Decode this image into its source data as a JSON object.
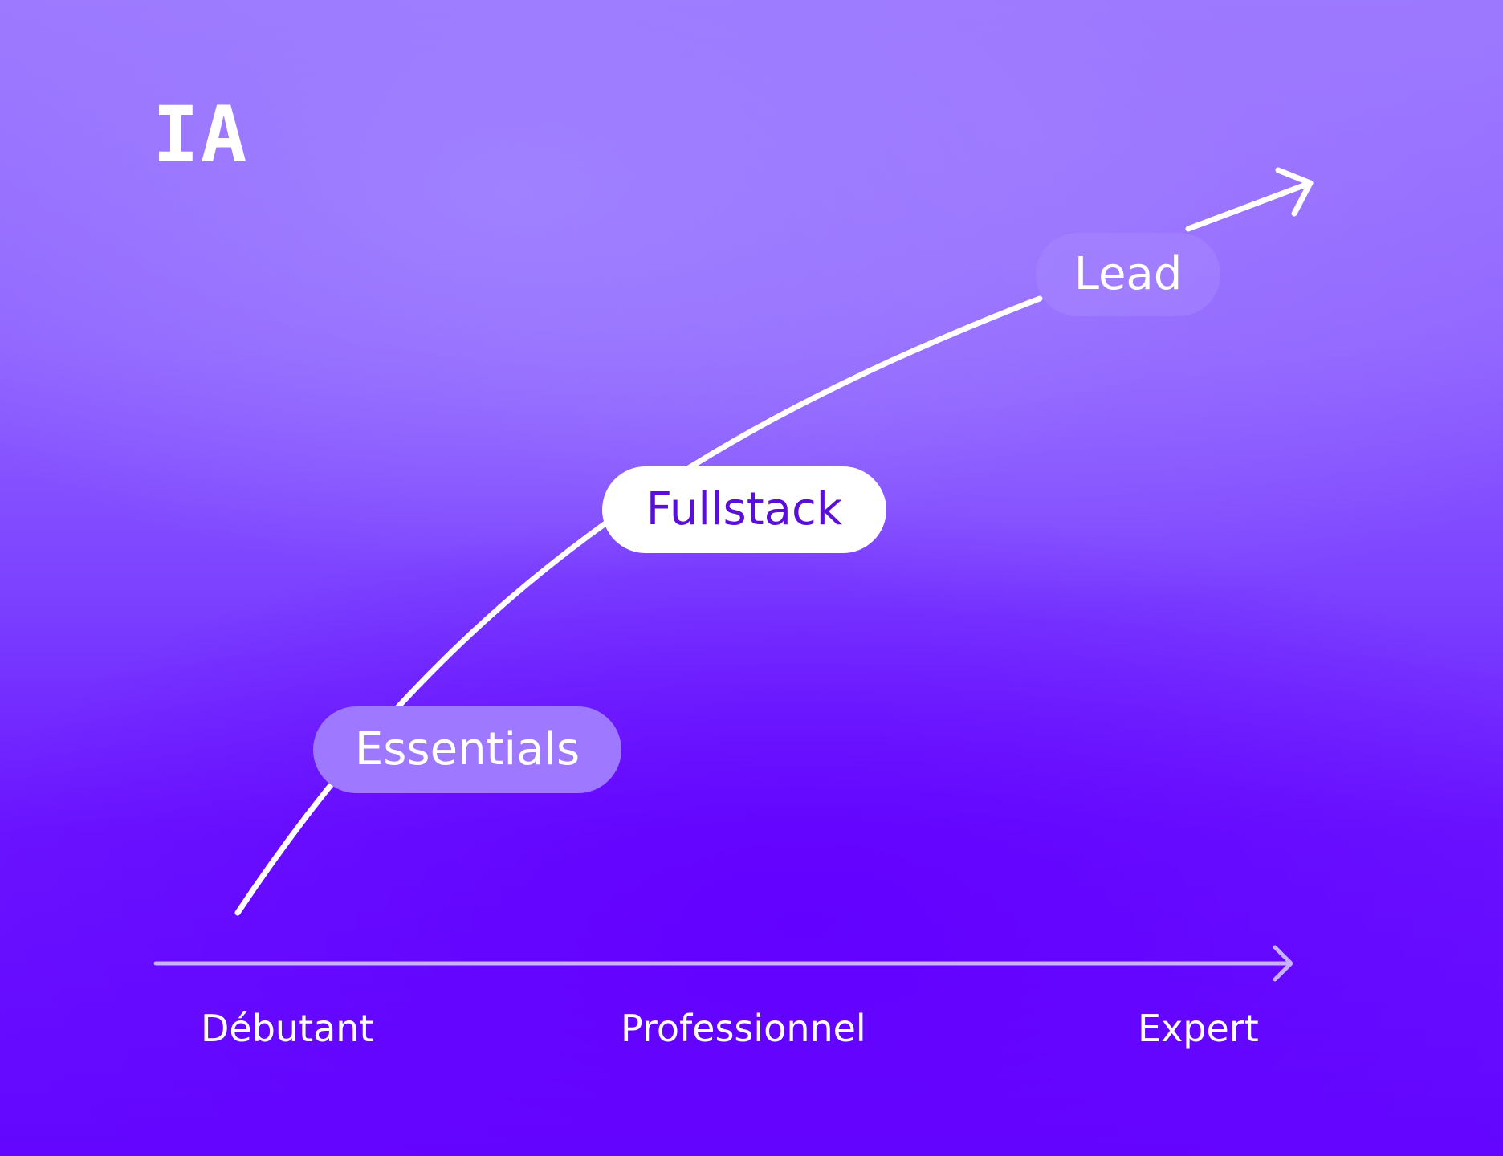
{
  "brand": {
    "title": "IA"
  },
  "stages": [
    {
      "label": "Essentials"
    },
    {
      "label": "Fullstack"
    },
    {
      "label": "Lead"
    }
  ],
  "axis": {
    "levels": [
      "Débutant",
      "Professionnel",
      "Expert"
    ]
  },
  "colors": {
    "background_top": "#9c78ff",
    "background_bottom": "#6406ff",
    "curve": "#ffffff",
    "axis_line": "#c8b2ff",
    "essentials_pill": "#9e78ff",
    "fullstack_pill": "#ffffff",
    "fullstack_text": "#5a0fd9"
  }
}
